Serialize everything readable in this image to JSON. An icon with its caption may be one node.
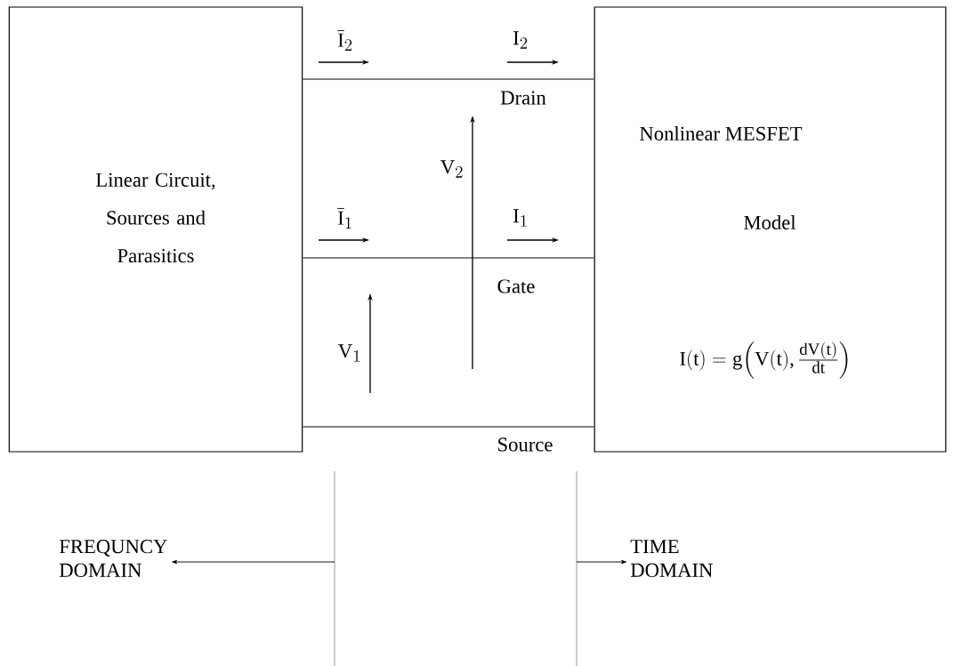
{
  "diagram": {
    "nodes": [
      {
        "text": [
          "Linear Circuit, Sources and Parasitics"
        ]
      },
      {
        "text": [
          "Nonlinear MESFET",
          "Model",
          "I(t) = g\\Bigl(V(t), \\frac{dV(t)}{dt}\\Bigr)"
        ]
      },
      {
        "text": [
          "FREQUNCY DOMAIN"
        ]
      },
      {
        "text": [
          "TIME DOMAIN"
        ]
      }
    ],
    "edges": [
      {
        "from": 0,
        "to": 1,
        "arrow": "none",
        "label": "Drain"
      },
      {
        "from": 0,
        "to": 1,
        "arrow": "none",
        "label": "Gate"
      },
      {
        "from": 0,
        "to": 1,
        "arrow": "none",
        "label": "Source"
      },
      {
        "from": null,
        "to": 2,
        "arrow": "to"
      },
      {
        "from": null,
        "to": 3,
        "arrow": "to"
      }
    ],
    "labels": [
      "\\overline{I}_2",
      "I_2",
      "V_2",
      "\\overline{I}_1",
      "I_1",
      "V_1"
    ]
  }
}
